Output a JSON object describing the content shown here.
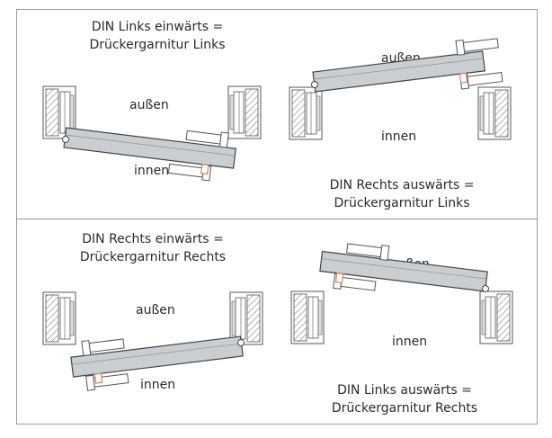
{
  "panels": [
    {
      "title_line1": "DIN Links einwärts =",
      "title_line2": "Drückergarnitur Links",
      "outside": "außen",
      "inside": "innen"
    },
    {
      "title_line1": "DIN Rechts auswärts =",
      "title_line2": "Drückergarnitur Links",
      "outside": "außen",
      "inside": "innen"
    },
    {
      "title_line1": "DIN Rechts einwärts =",
      "title_line2": "Drückergarnitur Rechts",
      "outside": "außen",
      "inside": "innen"
    },
    {
      "title_line1": "DIN Links auswärts =",
      "title_line2": "Drückergarnitur Rechts",
      "outside": "außen",
      "inside": "innen"
    }
  ],
  "colors": {
    "leaf": "#c9ced3",
    "frame": "#555555",
    "hatch": "#8a8a8a",
    "lock": "#d88060",
    "border": "#9a9a9a"
  }
}
